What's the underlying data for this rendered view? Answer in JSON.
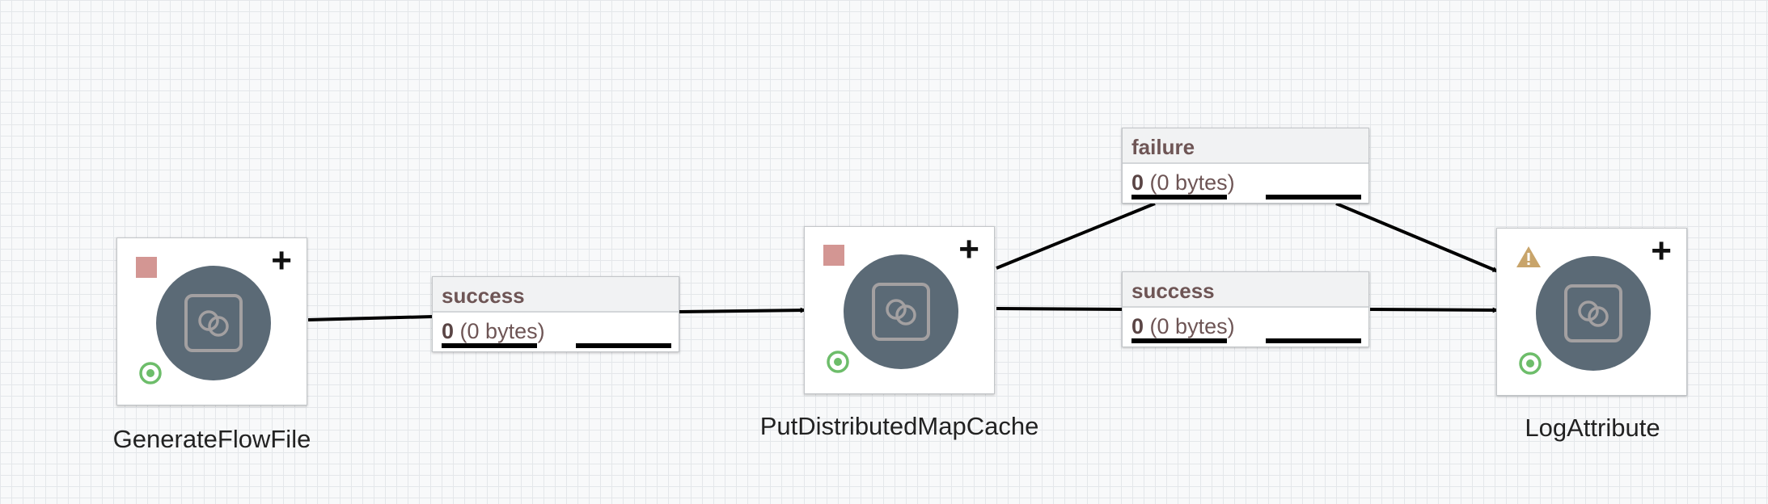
{
  "processors": [
    {
      "name": "GenerateFlowFile",
      "status": "stopped",
      "icon": "processor-icon"
    },
    {
      "name": "PutDistributedMapCache",
      "status": "stopped",
      "icon": "processor-icon"
    },
    {
      "name": "LogAttribute",
      "status": "invalid",
      "icon": "processor-icon"
    }
  ],
  "connections": [
    {
      "from": "GenerateFlowFile",
      "to": "PutDistributedMapCache",
      "relationship": "success",
      "queued_count": "0",
      "queued_size": "(0 bytes)"
    },
    {
      "from": "PutDistributedMapCache",
      "to": "LogAttribute",
      "relationship": "failure",
      "queued_count": "0",
      "queued_size": "(0 bytes)"
    },
    {
      "from": "PutDistributedMapCache",
      "to": "LogAttribute",
      "relationship": "success",
      "queued_count": "0",
      "queued_size": "(0 bytes)"
    }
  ],
  "colors": {
    "canvas_background": "#f8f9fa",
    "processor_circle": "#5b6a76",
    "stopped": "#d39693",
    "warning": "#c8a46a",
    "enabled": "#6dbd6a",
    "connection_text": "#6e5555"
  },
  "icon_names": [
    "stop-icon",
    "add-icon",
    "warning-icon",
    "enabled-icon",
    "processor-icon",
    "arrowhead"
  ]
}
